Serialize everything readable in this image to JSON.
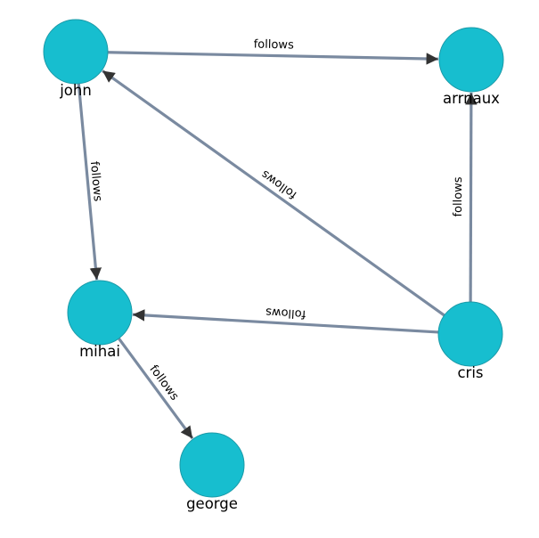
{
  "colors": {
    "node_fill": "#17becf",
    "node_stroke": "#1b9aa8",
    "edge": "#7a8aa0",
    "arrow": "#333333",
    "text": "#000000"
  },
  "graph": {
    "nodes": [
      {
        "id": "john",
        "label": "john"
      },
      {
        "id": "arrnaux",
        "label": "arrnaux"
      },
      {
        "id": "mihai",
        "label": "mihai"
      },
      {
        "id": "cris",
        "label": "cris"
      },
      {
        "id": "george",
        "label": "george"
      }
    ],
    "edges": [
      {
        "source": "john",
        "target": "arrnaux",
        "label": "follows"
      },
      {
        "source": "john",
        "target": "mihai",
        "label": "follows"
      },
      {
        "source": "cris",
        "target": "john",
        "label": "follows"
      },
      {
        "source": "cris",
        "target": "arrnaux",
        "label": "follows"
      },
      {
        "source": "cris",
        "target": "mihai",
        "label": "follows"
      },
      {
        "source": "mihai",
        "target": "george",
        "label": "follows"
      }
    ]
  }
}
